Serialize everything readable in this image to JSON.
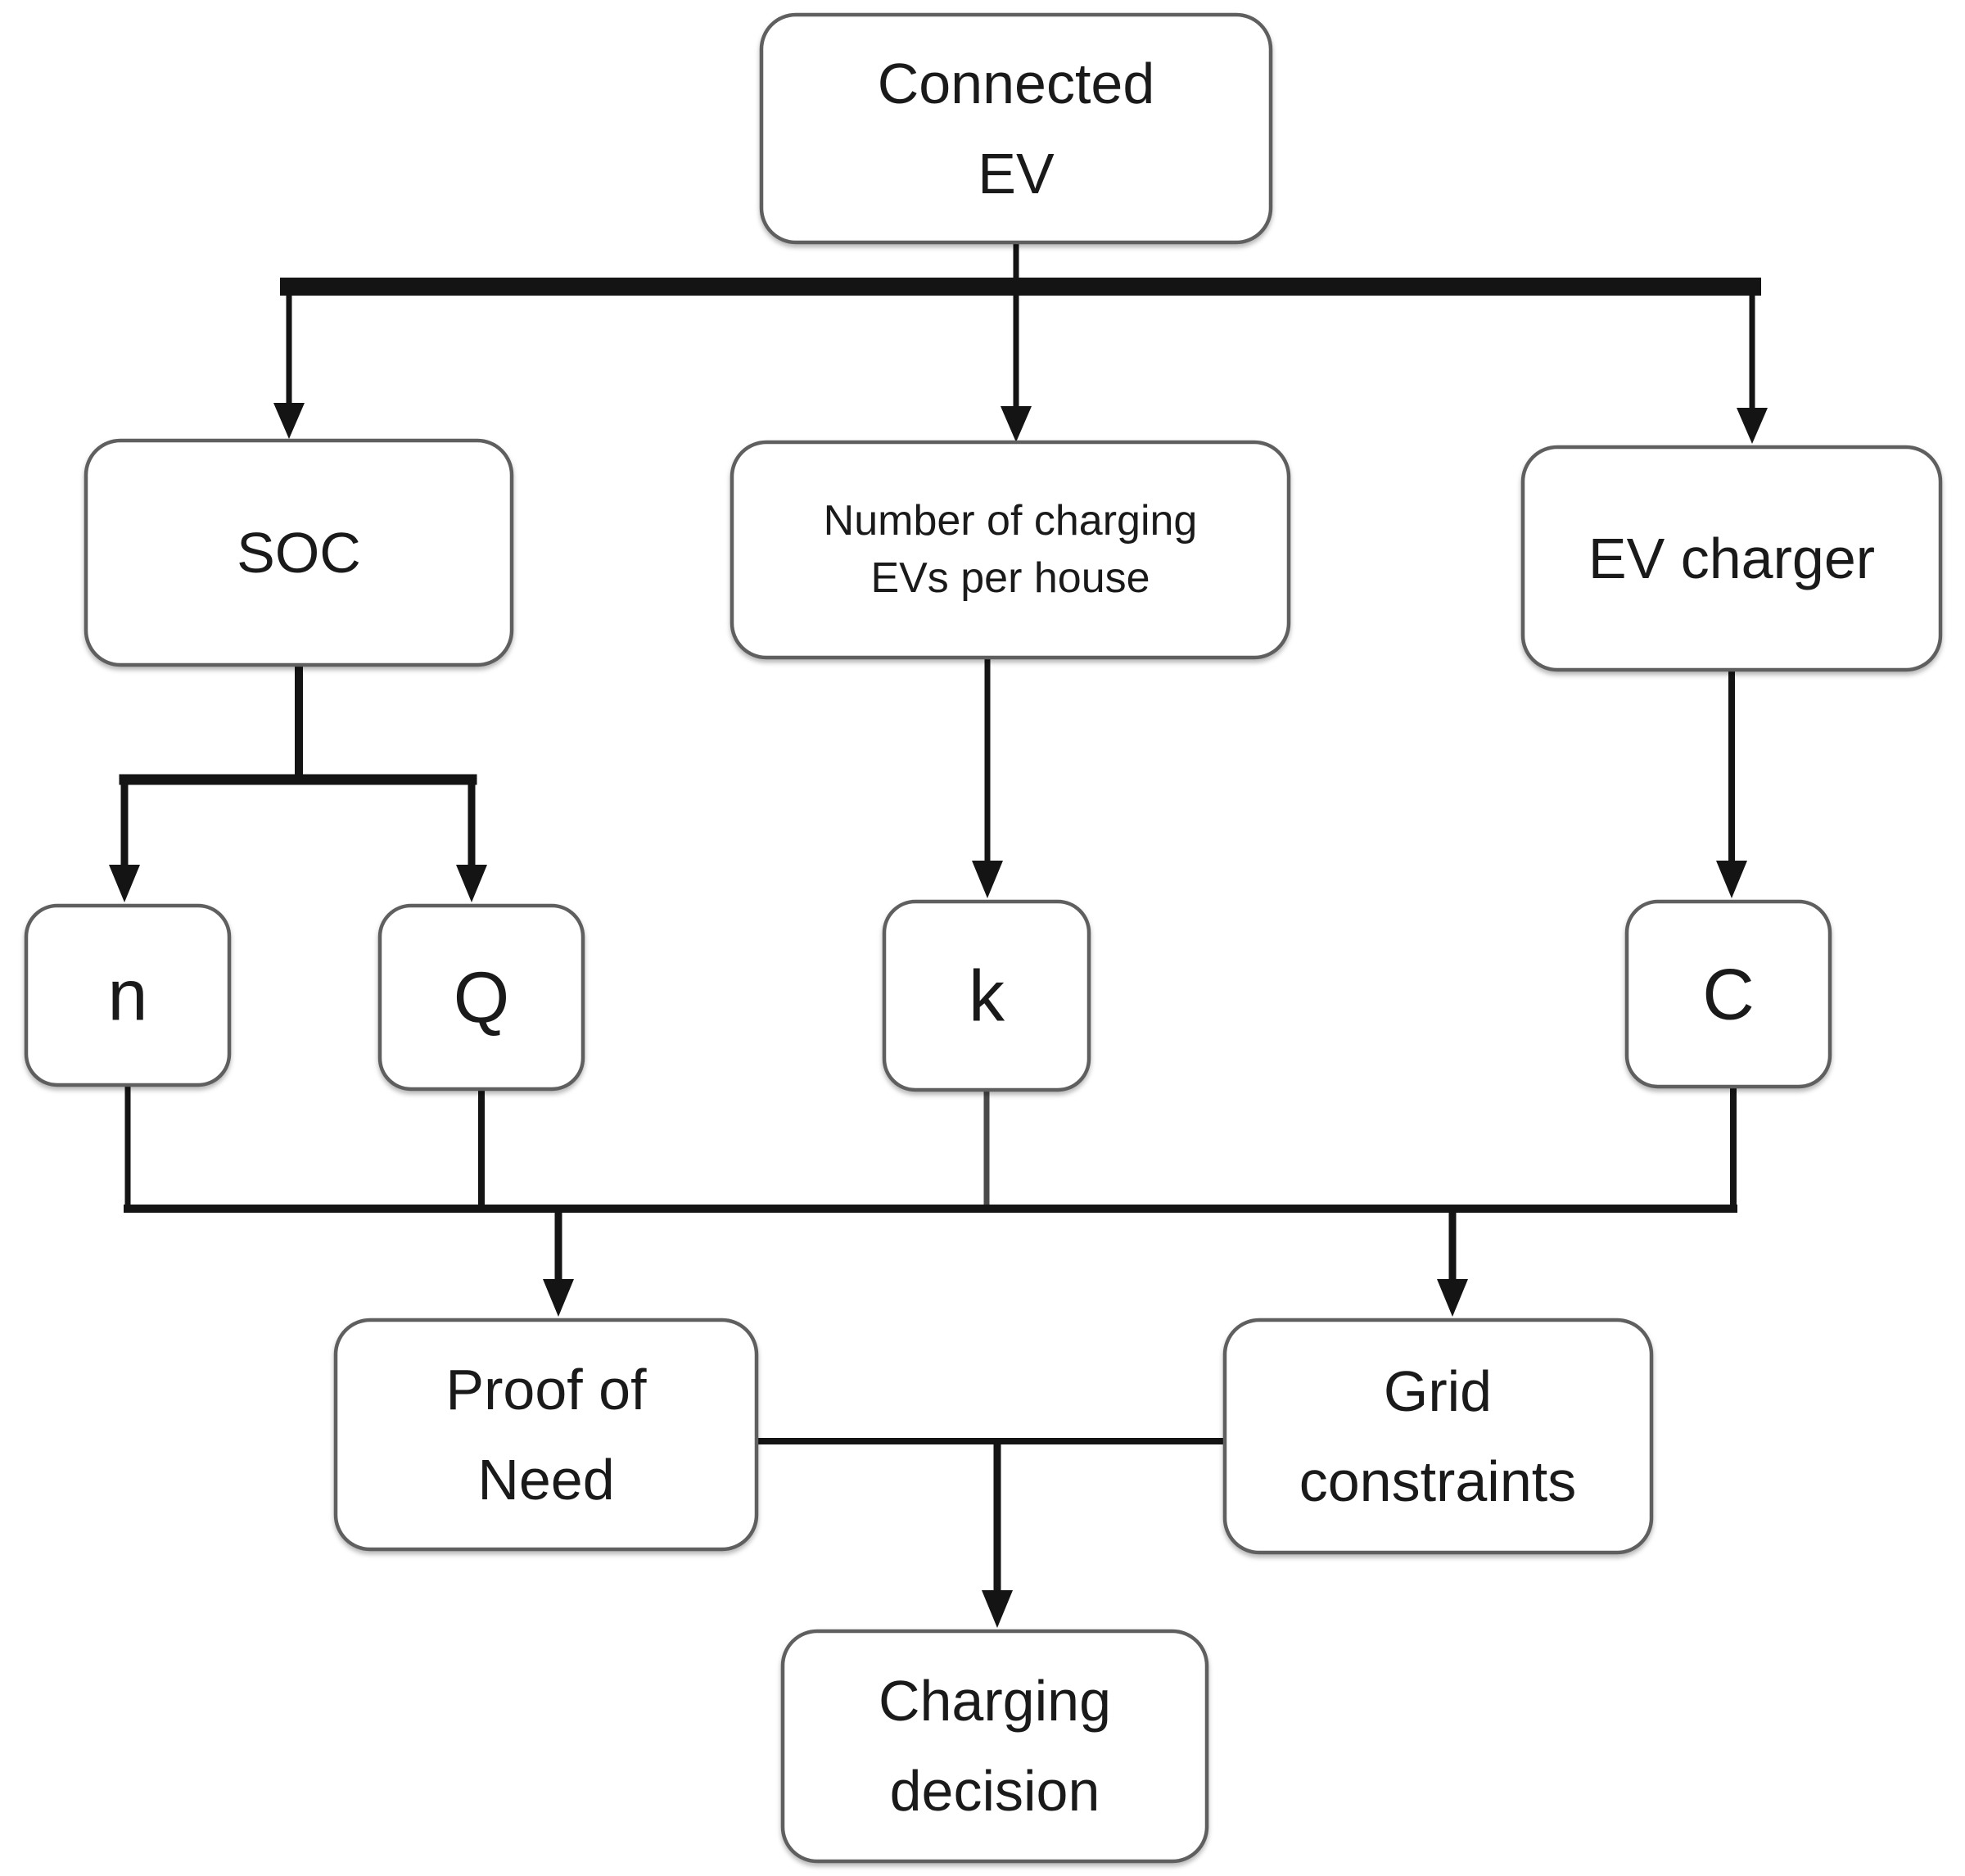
{
  "colors": {
    "background": "#ffffff",
    "line": "#141414",
    "box_border": "#5f5f5f",
    "text": "#1a1a1a"
  },
  "nodes": {
    "connected_ev": {
      "line1": "Connected",
      "line2": "EV"
    },
    "soc": {
      "label": "SOC"
    },
    "num_charging_evs": {
      "line1": "Number of charging",
      "line2": "EVs per house"
    },
    "ev_charger": {
      "label": "EV charger"
    },
    "n": {
      "label": "n"
    },
    "q": {
      "label": "Q"
    },
    "k": {
      "label": "k"
    },
    "c": {
      "label": "C"
    },
    "proof_of_need": {
      "line1": "Proof of",
      "line2": "Need"
    },
    "grid_constraints": {
      "line1": "Grid",
      "line2": "constraints"
    },
    "charging_decision": {
      "line1": "Charging",
      "line2": "decision"
    }
  }
}
